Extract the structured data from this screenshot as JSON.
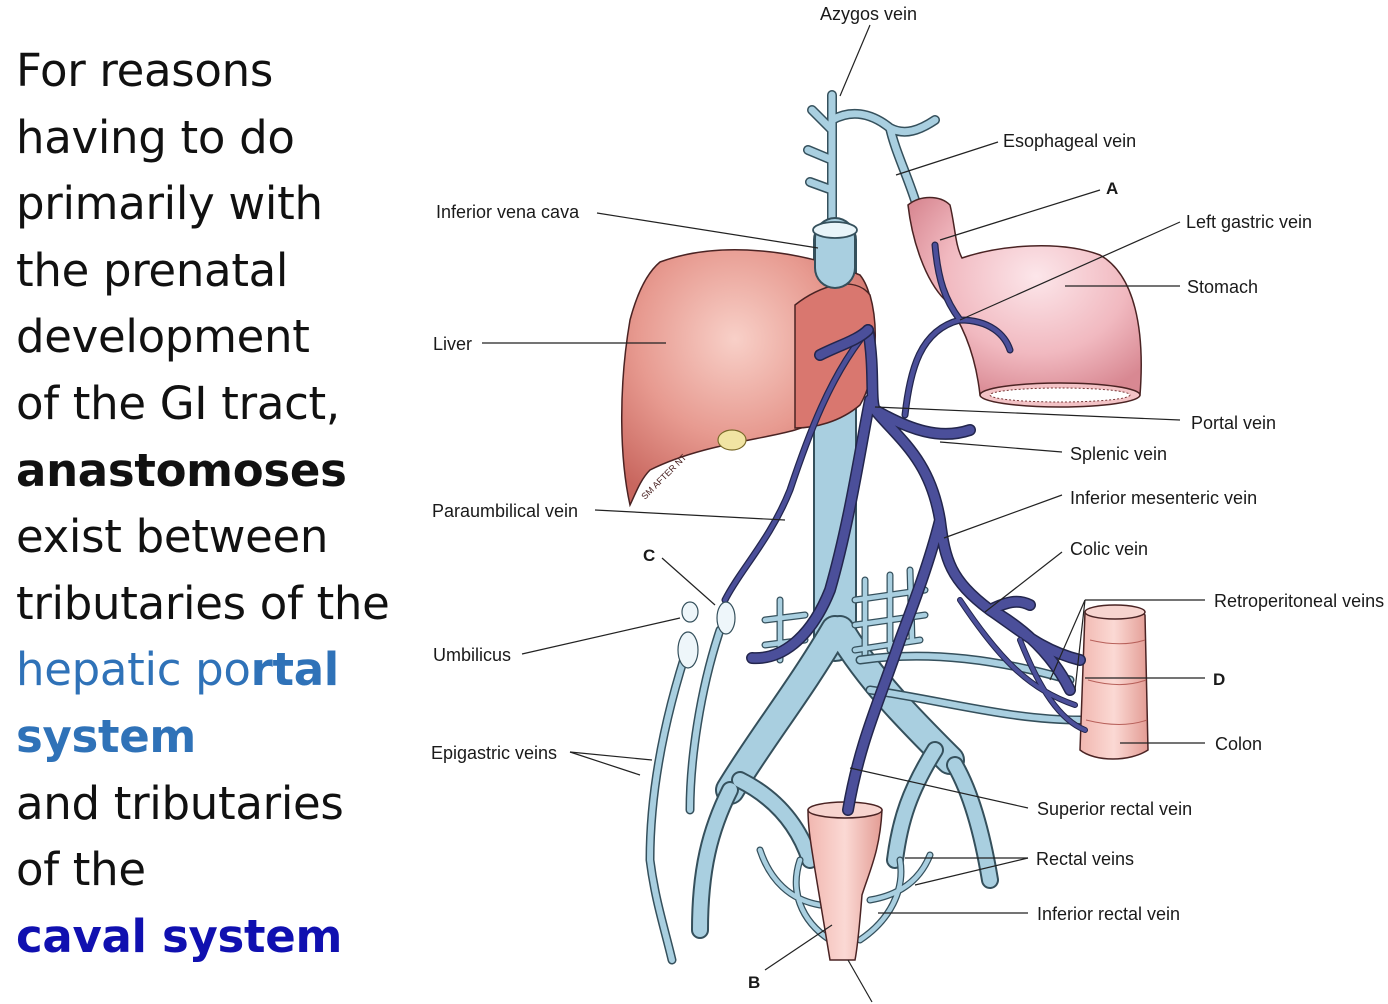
{
  "text_panel": {
    "lines": [
      {
        "text": "For reasons",
        "style": "normal"
      },
      {
        "text": "having to do",
        "style": "normal"
      },
      {
        "text": "primarily with",
        "style": "normal"
      },
      {
        "text": "the prenatal",
        "style": "normal"
      },
      {
        "text": "development",
        "style": "normal"
      },
      {
        "text": "of the GI tract,",
        "style": "normal"
      },
      {
        "text": "anastomoses",
        "style": "bold"
      },
      {
        "text": "exist between",
        "style": "normal"
      },
      {
        "text": "tributaries of the",
        "style": "normal"
      },
      {
        "text_parts": [
          "hepatic po",
          "rtal"
        ],
        "style": "blue-mixed"
      },
      {
        "text": "system",
        "style": "blue-bold"
      },
      {
        "text": "and tributaries",
        "style": "normal"
      },
      {
        "text": "of the",
        "style": "normal"
      },
      {
        "text": "caval system",
        "style": "navy-bold"
      }
    ]
  },
  "diagram": {
    "labels": {
      "azygos": "Azygos vein",
      "esophageal": "Esophageal vein",
      "letter_a": "A",
      "left_gastric": "Left gastric vein",
      "ivc": "Inferior vena cava",
      "stomach": "Stomach",
      "liver": "Liver",
      "portal": "Portal vein",
      "splenic": "Splenic vein",
      "inf_mesenteric": "Inferior mesenteric vein",
      "paraumbilical": "Paraumbilical vein",
      "colic": "Colic vein",
      "letter_c": "C",
      "retroperitoneal": "Retroperitoneal veins",
      "umbilicus": "Umbilicus",
      "letter_d": "D",
      "colon": "Colon",
      "epigastric": "Epigastric veins",
      "superior_rectal": "Superior rectal vein",
      "rectal_veins": "Rectal veins",
      "inferior_rectal": "Inferior rectal vein",
      "letter_b": "B",
      "artist_signature": "SM AFTER NT"
    },
    "colors": {
      "caval": "#a9cfe0",
      "portal": "#4b4f9a",
      "organ": "#e69a94"
    }
  }
}
